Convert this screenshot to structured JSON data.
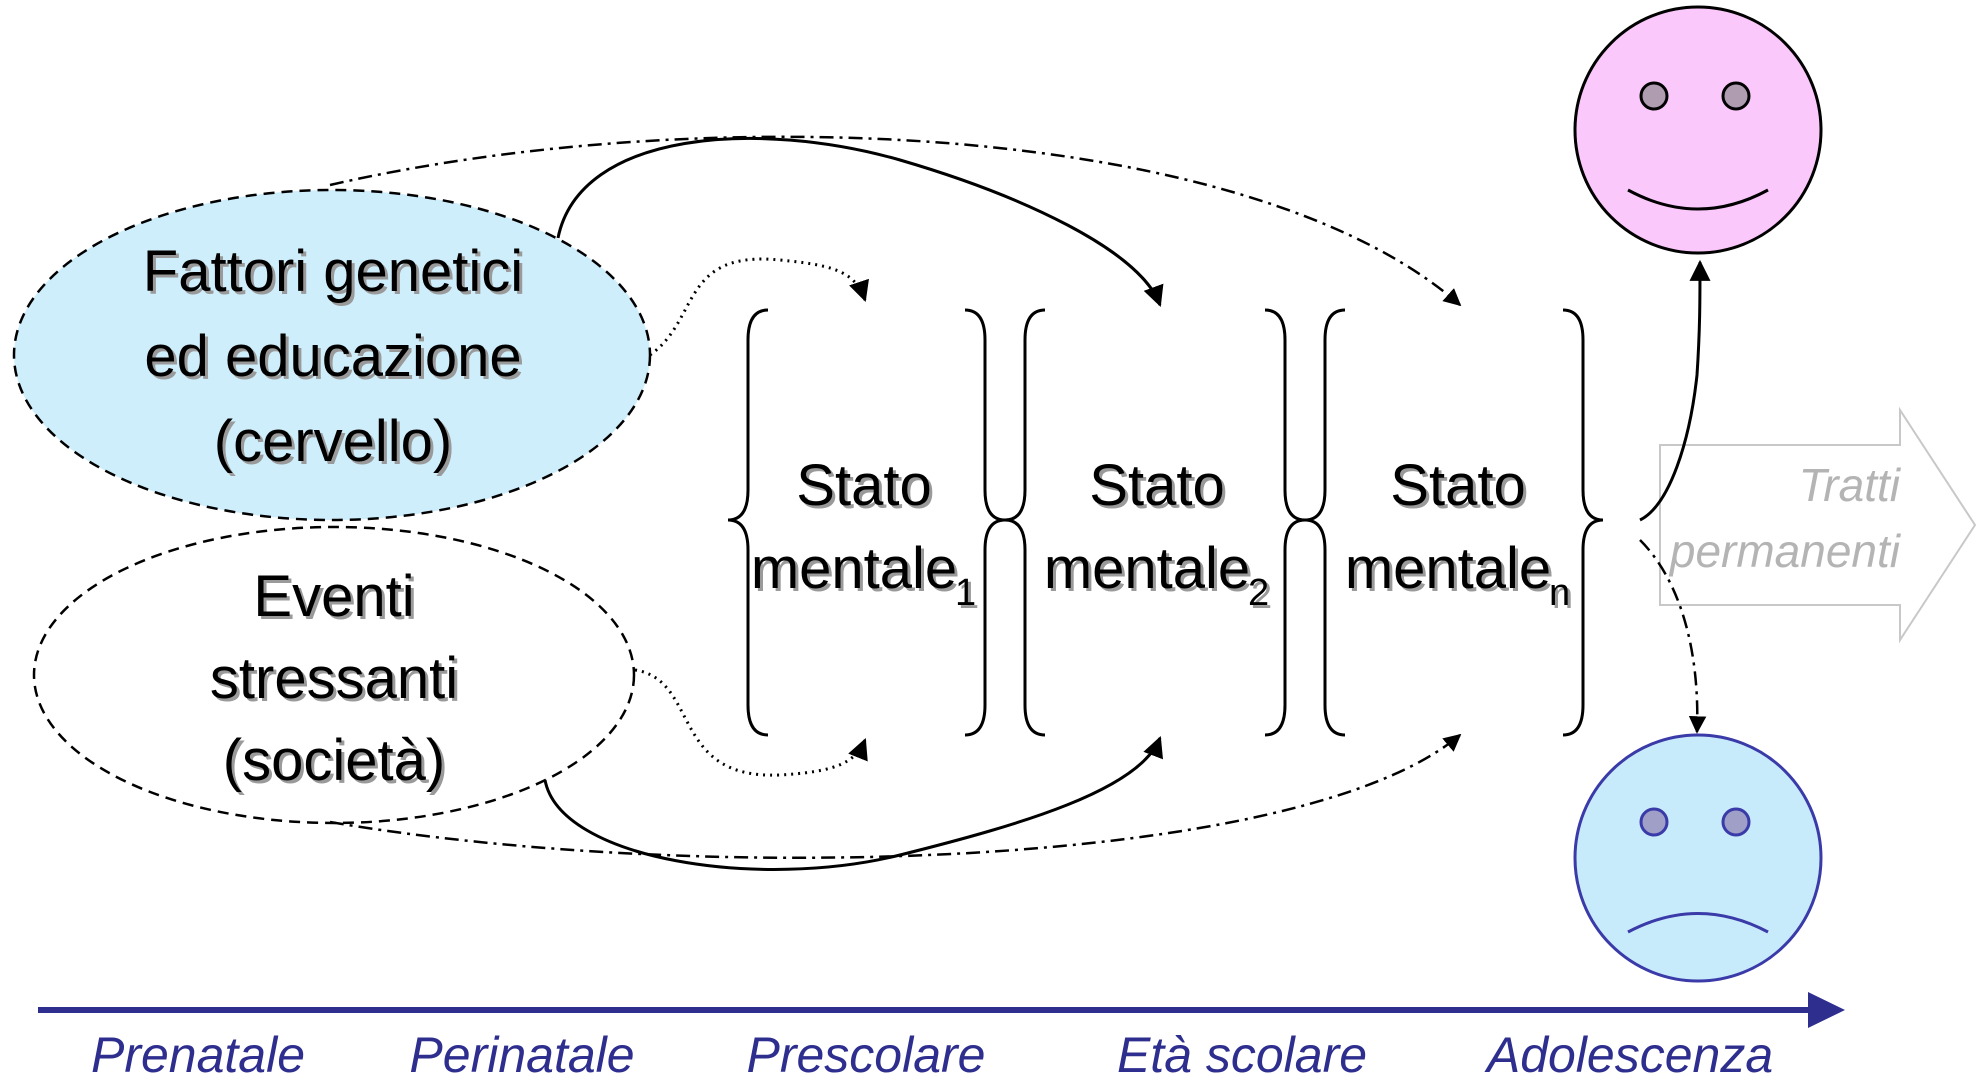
{
  "colors": {
    "genetic_fill": "#cfeefc",
    "happy_fill": "#fbc8fb",
    "sad_fill": "#c8ebfb",
    "sad_stroke": "#3a3aa8",
    "eye_fill": "#b09cb0",
    "sad_eye_fill": "#9f9fc8",
    "timeline": "#2e2e8f",
    "faded": "#b4b4b4"
  },
  "nodes": {
    "genetic": {
      "line1": "Fattori genetici",
      "line2": "ed educazione",
      "line3": "(cervello)"
    },
    "events": {
      "line1": "Eventi",
      "line2": "stressanti",
      "line3": "(società)"
    }
  },
  "states": [
    {
      "label": "Stato",
      "base": "mentale",
      "sub": "1"
    },
    {
      "label": "Stato",
      "base": "mentale",
      "sub": "2"
    },
    {
      "label": "Stato",
      "base": "mentale",
      "sub": "n"
    }
  ],
  "outcome_arrow": {
    "line1": "Tratti",
    "line2": "permanenti"
  },
  "faces": {
    "happy": "happy-face-icon",
    "sad": "sad-face-icon"
  },
  "timeline": [
    "Prenatale",
    "Perinatale",
    "Prescolare",
    "Età scolare",
    "Adolescenza"
  ]
}
